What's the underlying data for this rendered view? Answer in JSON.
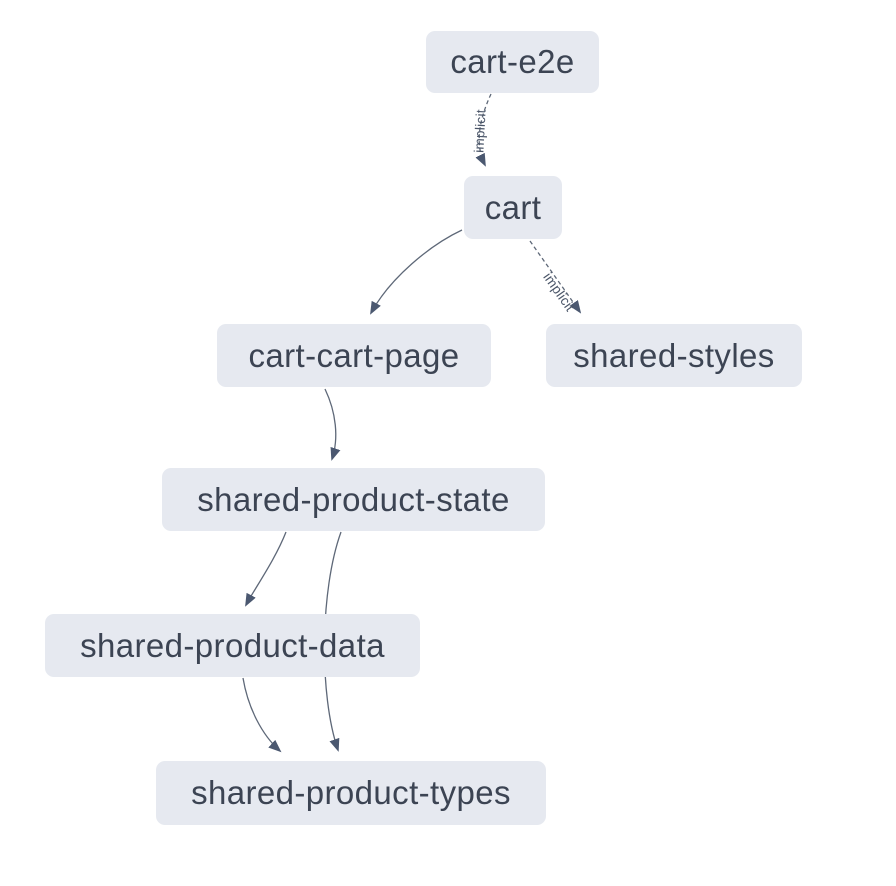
{
  "diagram": {
    "type": "dependency-graph",
    "background_color": "#ffffff",
    "colors": {
      "node_fill": "#e6e9f0",
      "node_text": "#3c4453",
      "edge_line": "#5e6878",
      "arrowhead": "#4b5870",
      "edge_label_text": "#4a5568"
    },
    "nodes": [
      {
        "id": "cart-e2e",
        "label": "cart-e2e"
      },
      {
        "id": "cart",
        "label": "cart"
      },
      {
        "id": "cart-cart-page",
        "label": "cart-cart-page"
      },
      {
        "id": "shared-styles",
        "label": "shared-styles"
      },
      {
        "id": "shared-product-state",
        "label": "shared-product-state"
      },
      {
        "id": "shared-product-data",
        "label": "shared-product-data"
      },
      {
        "id": "shared-product-types",
        "label": "shared-product-types"
      }
    ],
    "edges": [
      {
        "from": "cart-e2e",
        "to": "cart",
        "type": "implicit",
        "label": "implicit"
      },
      {
        "from": "cart",
        "to": "cart-cart-page",
        "type": "static",
        "label": ""
      },
      {
        "from": "cart",
        "to": "shared-styles",
        "type": "implicit",
        "label": "implicit"
      },
      {
        "from": "cart-cart-page",
        "to": "shared-product-state",
        "type": "static",
        "label": ""
      },
      {
        "from": "shared-product-state",
        "to": "shared-product-data",
        "type": "static",
        "label": ""
      },
      {
        "from": "shared-product-state",
        "to": "shared-product-types",
        "type": "static",
        "label": ""
      },
      {
        "from": "shared-product-data",
        "to": "shared-product-types",
        "type": "static",
        "label": ""
      }
    ]
  }
}
